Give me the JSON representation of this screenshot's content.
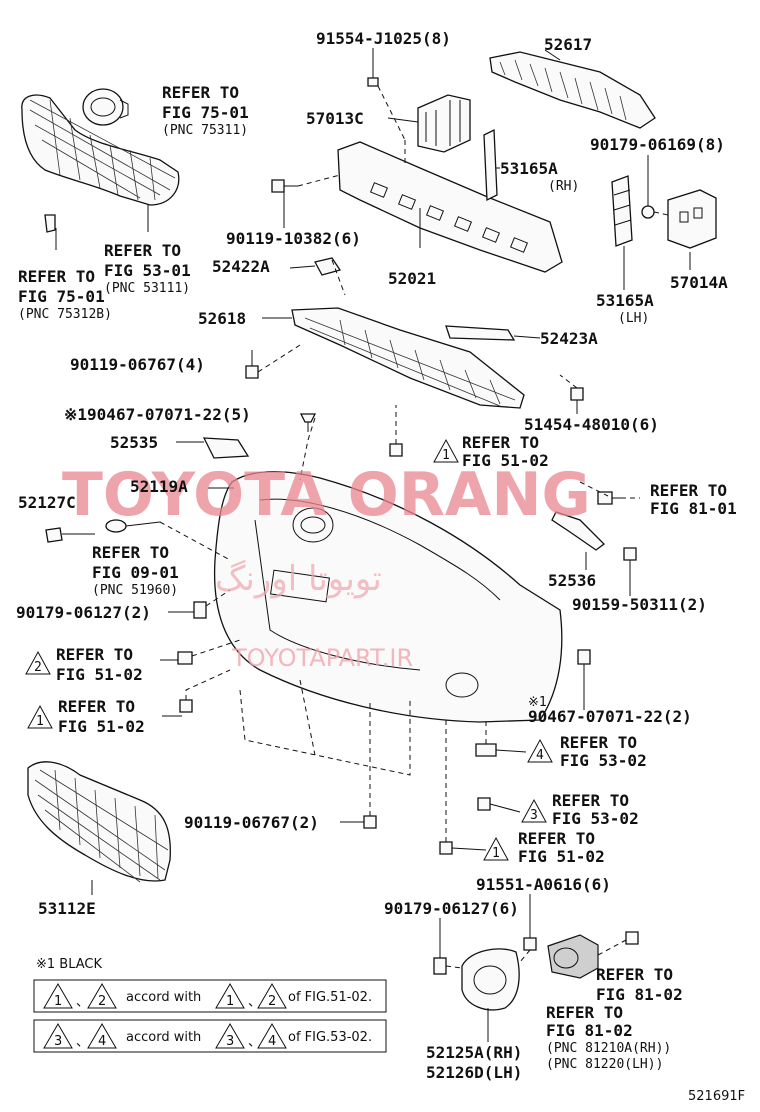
{
  "diagram_id": "521691F",
  "watermark": {
    "main": "TOYOTA ORANG",
    "arabic": "تويوتا اورنگ",
    "site": "TOYOTAPART.IR"
  },
  "labels": {
    "p91554": "91554-J1025(8)",
    "p52617": "52617",
    "p57013c": "57013C",
    "p90179_06169": "90179-06169(8)",
    "p53165a_rh": "53165A",
    "rh": "(RH)",
    "p90119_10382": "90119-10382(6)",
    "p52422a": "52422A",
    "p52021": "52021",
    "p57014a": "57014A",
    "p53165a_lh": "53165A",
    "lh": "(LH)",
    "p52618": "52618",
    "p52423a": "52423A",
    "p90119_06767_4": "90119-06767(4)",
    "p90467_top": "※190467-07071-22(5)",
    "p51454": "51454-48010(6)",
    "p52535": "52535",
    "p52119a": "52119A",
    "p52127c": "52127C",
    "p52536": "52536",
    "p90159": "90159-50311(2)",
    "p90179_06127_2": "90179-06127(2)",
    "p90467_bottom_mark": "※1",
    "p90467_bottom": "90467-07071-22(2)",
    "p90119_06767_2": "90119-06767(2)",
    "p53112e": "53112E",
    "p91551": "91551-A0616(6)",
    "p90179_06127_6": "90179-06127(6)",
    "p52125a": "52125A(RH)",
    "p52126d": "52126D(LH)"
  },
  "refers": {
    "r75_01a": {
      "l1": "REFER TO",
      "l2": "FIG 75-01",
      "l3": "(PNC 75311)"
    },
    "r53_01": {
      "l1": "REFER TO",
      "l2": "FIG 53-01",
      "l3": "(PNC 53111)"
    },
    "r75_01b": {
      "l1": "REFER TO",
      "l2": "FIG 75-01",
      "l3": "(PNC 75312B)"
    },
    "r51_02a": {
      "l1": "REFER TO",
      "l2": "FIG 51-02",
      "mark": "1"
    },
    "r81_01": {
      "l1": "REFER TO",
      "l2": "FIG 81-01"
    },
    "r09_01": {
      "l1": "REFER TO",
      "l2": "FIG 09-01",
      "l3": "(PNC 51960)"
    },
    "r51_02b": {
      "l1": "REFER TO",
      "l2": "FIG 51-02",
      "mark": "2"
    },
    "r51_02c": {
      "l1": "REFER TO",
      "l2": "FIG 51-02",
      "mark": "1"
    },
    "r53_02a": {
      "l1": "REFER TO",
      "l2": "FIG 53-02",
      "mark": "4"
    },
    "r53_02b": {
      "l1": "REFER TO",
      "l2": "FIG 53-02",
      "mark": "3"
    },
    "r51_02d": {
      "l1": "REFER TO",
      "l2": "FIG 51-02",
      "mark": "1"
    },
    "r81_02": {
      "l1": "REFER TO",
      "l2": "FIG 81-02"
    },
    "r81_02b": {
      "l1": "REFER TO",
      "l2": "FIG 81-02",
      "l3": "(PNC 81210A(RH))",
      "l4": "(PNC 81220(LH))"
    }
  },
  "legend": {
    "note": "※1 BLACK",
    "row1": {
      "a": "1",
      "b": "2",
      "sep": "、",
      "text": "accord with",
      "c": "1",
      "d": "2",
      "tail": "of FIG.51-02."
    },
    "row2": {
      "a": "3",
      "b": "4",
      "sep": "、",
      "text": "accord with",
      "c": "3",
      "d": "4",
      "tail": "of FIG.53-02."
    }
  }
}
